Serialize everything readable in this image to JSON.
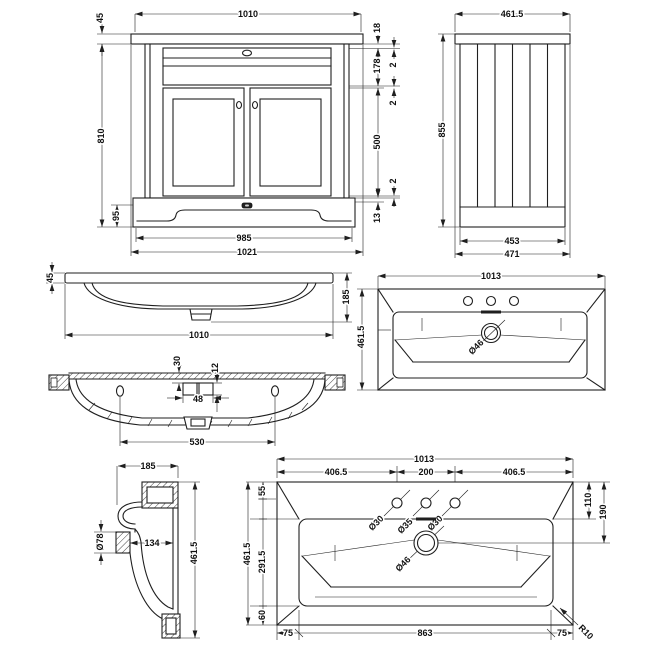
{
  "views": {
    "cabinet_front": {
      "width_top": "1010",
      "counter_thickness": "45",
      "body_height": "810",
      "plinth_height": "95",
      "base_width": "985",
      "overall_width": "1021",
      "top_rail": "18",
      "drawer_height": "178",
      "gap_top": "2",
      "gap_mid": "2",
      "door_height": "500",
      "gap_bottom": "2",
      "kick_height": "13"
    },
    "cabinet_side": {
      "depth_top": "461.5",
      "overall_height": "855",
      "base_depth": "453",
      "overall_depth": "471"
    },
    "basin_front": {
      "rim_thickness": "45",
      "overall_height": "185",
      "width": "1010"
    },
    "basin_underside": {
      "overflow_offset": "30",
      "overflow_height": "12",
      "overflow_width": "48",
      "fixing_centres": "530"
    },
    "basin_plan": {
      "width": "1013",
      "depth": "461.5",
      "waste_diameter": "Ø46"
    },
    "basin_section": {
      "depth": "185",
      "outlet_diameter": "Ø78",
      "bowl_inner": "134",
      "height": "461.5"
    },
    "basin_plan_detail": {
      "width": "1013",
      "left_tap_span": "406.5",
      "tap_centres": "200",
      "right_tap_span": "406.5",
      "rim_top": "55",
      "bowl_length": "291.5",
      "rim_bottom": "60",
      "depth": "461.5",
      "tap_line_offset": "110",
      "waste_offset": "190",
      "left_margin": "75",
      "bowl_width": "863",
      "right_margin": "75",
      "corner_radius": "R10",
      "tap_left_diameter": "Ø30",
      "tap_middle_diameter": "Ø35",
      "tap_right_diameter": "Ø30",
      "waste_diameter": "Ø46"
    }
  }
}
